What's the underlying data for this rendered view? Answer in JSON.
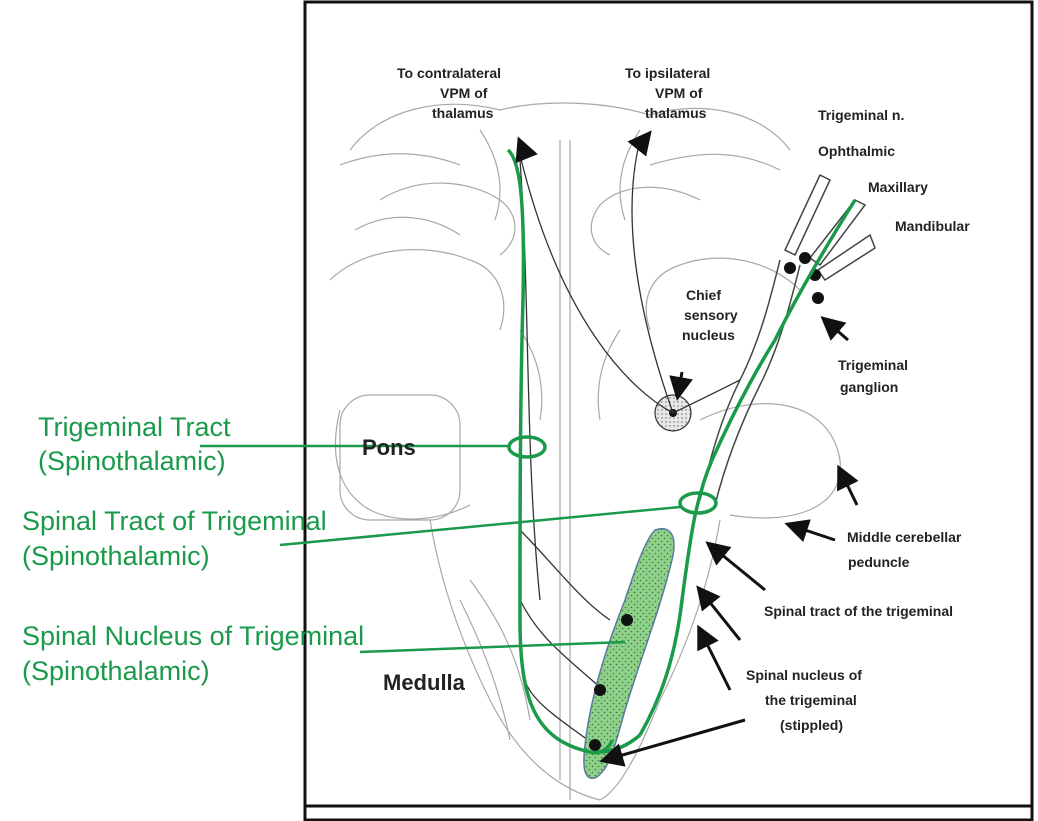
{
  "colors": {
    "annotation_green": "#1a9a4a",
    "nucleus_fill": "#8fd18a",
    "drawing_gray": "#9a9a9a",
    "ink": "#222222"
  },
  "figure_labels": {
    "contralateral": [
      "To contralateral",
      "VPM of",
      "thalamus"
    ],
    "ipsilateral": [
      "To ipsilateral",
      "VPM of",
      "thalamus"
    ],
    "trigeminal_n": "Trigeminal n.",
    "ophthalmic": "Ophthalmic",
    "maxillary": "Maxillary",
    "mandibular": "Mandibular",
    "chief": [
      "Chief",
      "sensory",
      "nucleus"
    ],
    "ganglion": [
      "Trigeminal",
      "ganglion"
    ],
    "middle_peduncle": [
      "Middle cerebellar",
      "peduncle"
    ],
    "spinal_tract": "Spinal tract of the trigeminal",
    "spinal_nucleus": [
      "Spinal nucleus of",
      "the trigeminal",
      "(stippled)"
    ],
    "pons": "Pons",
    "medulla": "Medulla"
  },
  "annotations": {
    "tract": [
      "Trigeminal Tract",
      "(Spinothalamic)"
    ],
    "spinal_tract": [
      "Spinal Tract of Trigeminal",
      "(Spinothalamic)"
    ],
    "spinal_nucleus": [
      "Spinal Nucleus of Trigeminal",
      "(Spinothalamic)"
    ]
  }
}
